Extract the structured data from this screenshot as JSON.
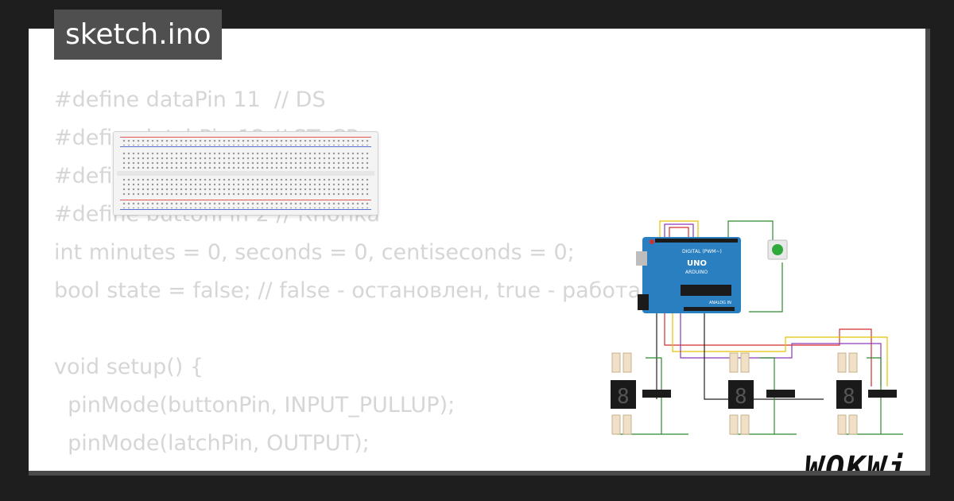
{
  "filename": "sketch.ino",
  "code_lines": [
    "#define dataPin 11  // DS",
    "#define latchPin 12 // ST_CP",
    "#define clockPin 8  // SH_CP",
    "#define buttonPin 2 // Кнопка",
    "int minutes = 0, seconds = 0, centiseconds = 0;",
    "bool state = false; // false - остановлен, true - работает",
    "",
    "void setup() {",
    "  pinMode(buttonPin, INPUT_PULLUP);",
    "  pinMode(latchPin, OUTPUT);",
    "  pinMode(clockPin, OUTPUT);"
  ],
  "logo_text": "WOKWi",
  "board": {
    "brand": "ARDUINO",
    "model": "UNO",
    "header_label": "DIGITAL (PWM~)",
    "power_label": "ANALOG IN",
    "chip_color": "#1b1b1b",
    "board_color": "#2a7fc0"
  },
  "displays": [
    {
      "digit": "8",
      "color": "#1a1a1a"
    },
    {
      "digit": "8",
      "color": "#1a1a1a"
    },
    {
      "digit": "8",
      "color": "#1a1a1a"
    }
  ],
  "button_color": "#2eaa3c",
  "colors": {
    "background": "#1e1e1e",
    "card": "#ffffff",
    "code_text": "#d6d6d6",
    "filename_bg": "#4f4f4f",
    "wire_red": "#d32f2f",
    "wire_yellow": "#e6c200",
    "wire_purple": "#8a3ab9",
    "wire_green": "#2e8b2e",
    "wire_black": "#222222"
  }
}
